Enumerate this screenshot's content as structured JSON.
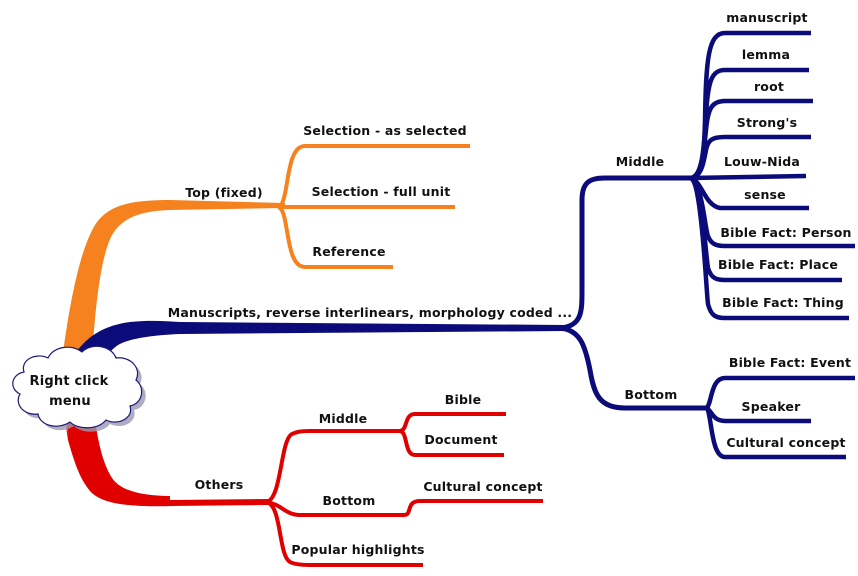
{
  "root": {
    "label_line1": "Right click",
    "label_line2": "menu"
  },
  "colors": {
    "top": "#F5821F",
    "middle": "#0B0B7A",
    "others": "#E00000",
    "cloud_border": "#1a1a7a",
    "cloud_shadow": "#9a9ab0"
  },
  "branches": {
    "top": {
      "label": "Top (fixed)",
      "children": [
        "Selection - as selected",
        "Selection - full unit",
        "Reference"
      ]
    },
    "main": {
      "label": "Manuscripts, reverse interlinears, morphology coded ...",
      "middle": {
        "label": "Middle",
        "children": [
          "manuscript",
          "lemma",
          "root",
          "Strong's",
          "Louw-Nida",
          "sense",
          "Bible Fact: Person",
          "Bible Fact: Place",
          "Bible Fact: Thing"
        ]
      },
      "bottom": {
        "label": "Bottom",
        "children": [
          "Bible Fact: Event",
          "Speaker",
          "Cultural concept"
        ]
      }
    },
    "others": {
      "label": "Others",
      "middle": {
        "label": "Middle",
        "children": [
          "Bible",
          "Document"
        ]
      },
      "bottom": {
        "label": "Bottom",
        "children": [
          "Cultural concept"
        ]
      },
      "popular": {
        "label": "Popular highlights"
      }
    }
  }
}
